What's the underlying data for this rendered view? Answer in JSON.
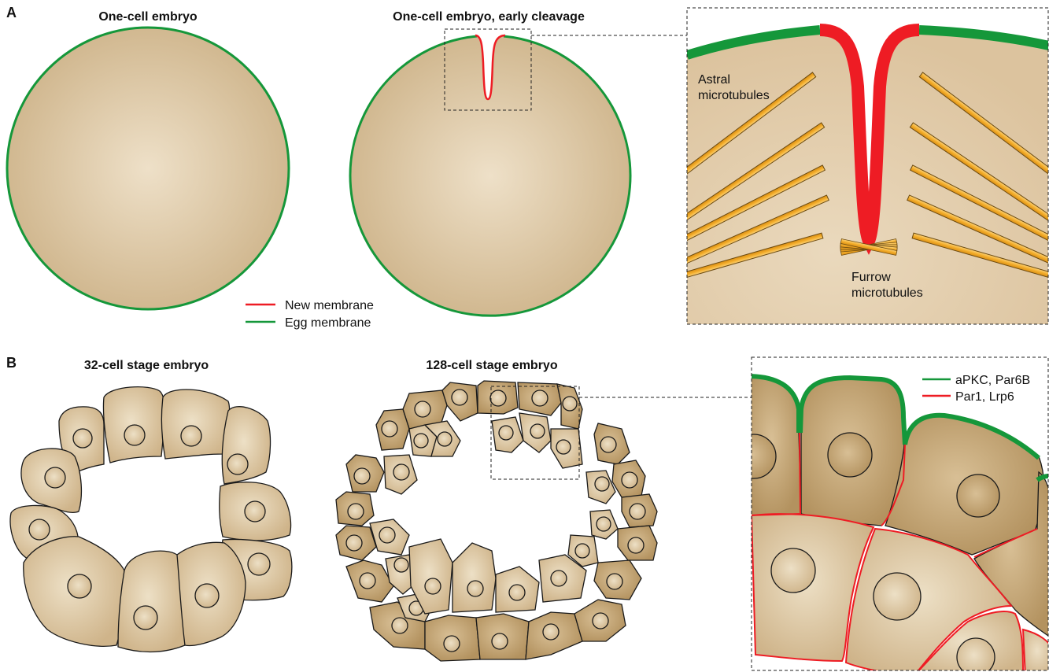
{
  "panels": {
    "a": "A",
    "b": "B"
  },
  "titles": {
    "one_cell": "One-cell embryo",
    "early_cleavage": "One-cell embryo, early cleavage",
    "cell32": "32-cell stage embryo",
    "cell128": "128-cell stage embryo"
  },
  "legend_a": {
    "new_membrane": "New membrane",
    "egg_membrane": "Egg membrane"
  },
  "zoom_a": {
    "astral": [
      "Astral",
      "microtubules"
    ],
    "furrow": [
      "Furrow",
      "microtubules"
    ]
  },
  "legend_b": {
    "apical": "aPKC, Par6B",
    "basolateral": "Par1, Lrp6"
  },
  "colors": {
    "egg_membrane": "#15973a",
    "new_membrane": "#ee1c24",
    "cytoplasm_light": "#ead9bd",
    "cytoplasm": "#d2b992",
    "outer_cell": "#c4a676",
    "microtubule": "#f6b230"
  }
}
